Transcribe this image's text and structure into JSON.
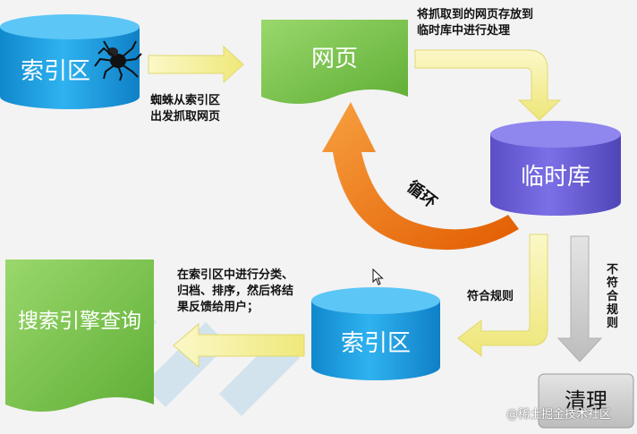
{
  "nodes": {
    "index_top": "索引区",
    "webpage": "网页",
    "temp_store": "临时库",
    "index_bottom": "索引区",
    "search_query": "搜索引擎查询",
    "clean": "清理"
  },
  "edges": {
    "spider_line1": "蜘蛛从索引区",
    "spider_line2": "出发抓取网页",
    "store_line1": "将抓取到的网页存放到",
    "store_line2": "临时库中进行处理",
    "loop": "循环",
    "comply": "符合规则",
    "not_comply": "不符合规则",
    "process_line1": "在索引区中进行分类、",
    "process_line2": "归档、排序，然后将结",
    "process_line3": "果反馈给用户；"
  },
  "watermark": "@稀土掘金技术社区",
  "colors": {
    "cylinder_blue": "#1a9ee0",
    "cylinder_purple": "#6a5fd8",
    "doc_green": "#7dc451",
    "arrow_yellow": "#f4f0a0",
    "loop_orange": "#f07010",
    "clean_gray": "#cfcfcf"
  }
}
